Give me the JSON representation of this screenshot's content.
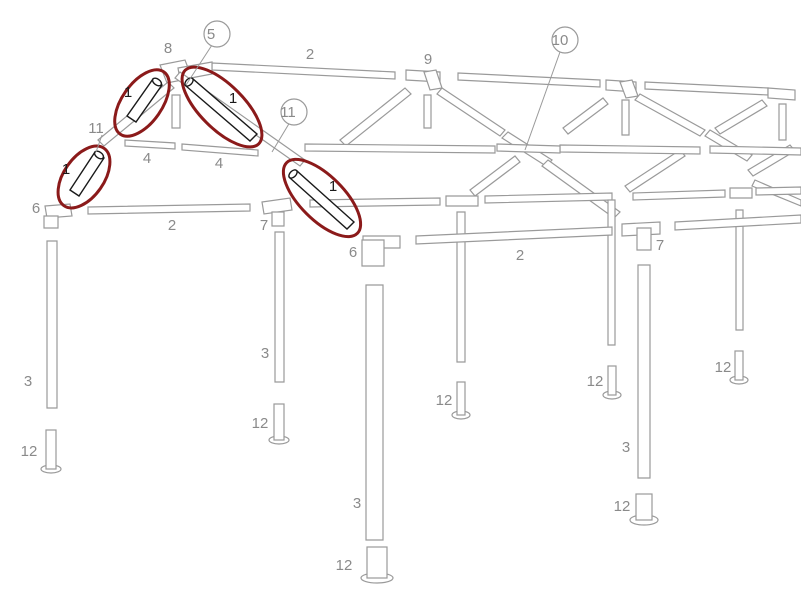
{
  "labels": {
    "part_1": "1",
    "part_2": "2",
    "part_3": "3",
    "part_4": "4",
    "part_5": "5",
    "part_6": "6",
    "part_7": "7",
    "part_8": "8",
    "part_9": "9",
    "part_10": "10",
    "part_11": "11",
    "part_12": "12"
  },
  "colors": {
    "pipe_outline": "#9a9a9a",
    "highlight": "#8b1a1a",
    "label": "#8a8a8a",
    "highlight_label": "#1a1a1a"
  }
}
